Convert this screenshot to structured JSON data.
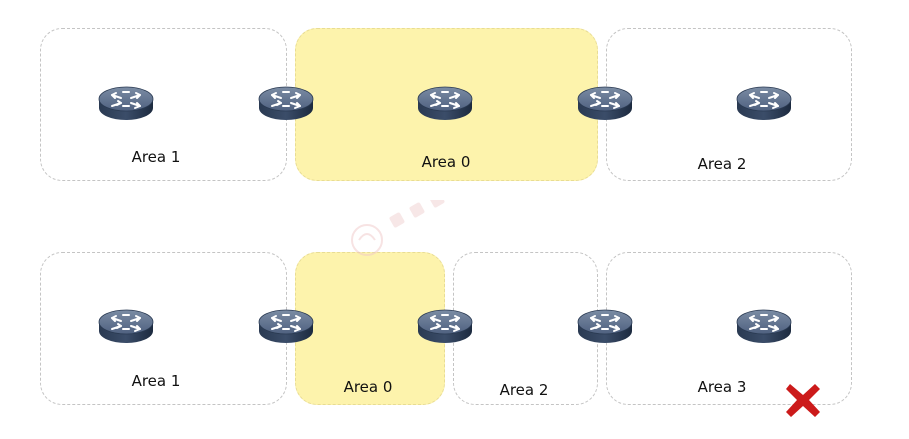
{
  "diagrams": [
    {
      "areas": [
        {
          "id": "top-area-1",
          "label": "Area 1",
          "backbone": false
        },
        {
          "id": "top-area-0",
          "label": "Area 0",
          "backbone": true
        },
        {
          "id": "top-area-2",
          "label": "Area 2",
          "backbone": false
        }
      ]
    },
    {
      "areas": [
        {
          "id": "bottom-area-1",
          "label": "Area 1",
          "backbone": false
        },
        {
          "id": "bottom-area-0",
          "label": "Area 0",
          "backbone": true
        },
        {
          "id": "bottom-area-2",
          "label": "Area 2",
          "backbone": false
        },
        {
          "id": "bottom-area-3",
          "label": "Area 3",
          "backbone": false
        }
      ]
    }
  ],
  "icons": {
    "router": "router-icon",
    "invalid": "cross-icon",
    "watermark": "watermark-logo"
  },
  "colors": {
    "backbone_fill": "#fdf3ac",
    "router_top": "#5a6d87",
    "router_side": "#1f3048",
    "cross": "#cc1a1a"
  }
}
